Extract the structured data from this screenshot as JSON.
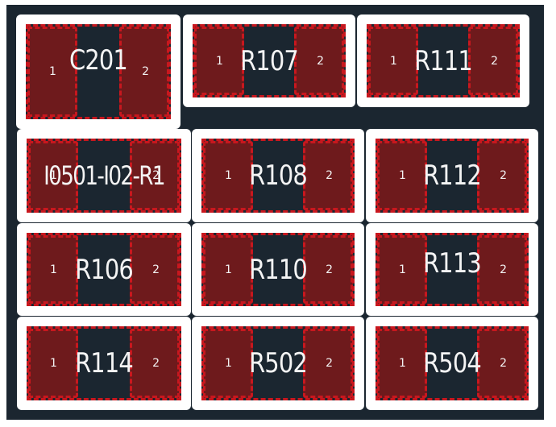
{
  "footprints": [
    {
      "ref": "C201",
      "pad1": "1",
      "pad2": "2"
    },
    {
      "ref": "R107",
      "pad1": "1",
      "pad2": "2"
    },
    {
      "ref": "R111",
      "pad1": "1",
      "pad2": "2"
    },
    {
      "ref": "I0501-I02-R1",
      "pad1": "1",
      "pad2": "2"
    },
    {
      "ref": "R108",
      "pad1": "1",
      "pad2": "2"
    },
    {
      "ref": "R112",
      "pad1": "1",
      "pad2": "2"
    },
    {
      "ref": "R106",
      "pad1": "1",
      "pad2": "2"
    },
    {
      "ref": "R110",
      "pad1": "1",
      "pad2": "2"
    },
    {
      "ref": "R113",
      "pad1": "1",
      "pad2": "2"
    },
    {
      "ref": "R114",
      "pad1": "1",
      "pad2": "2"
    },
    {
      "ref": "R502",
      "pad1": "1",
      "pad2": "2"
    },
    {
      "ref": "R504",
      "pad1": "1",
      "pad2": "2"
    }
  ],
  "colors": {
    "board": "#1b2630",
    "pad_fill": "#6e1a1c",
    "pad_outline": "#c8171e",
    "selection": "#ffffff"
  }
}
